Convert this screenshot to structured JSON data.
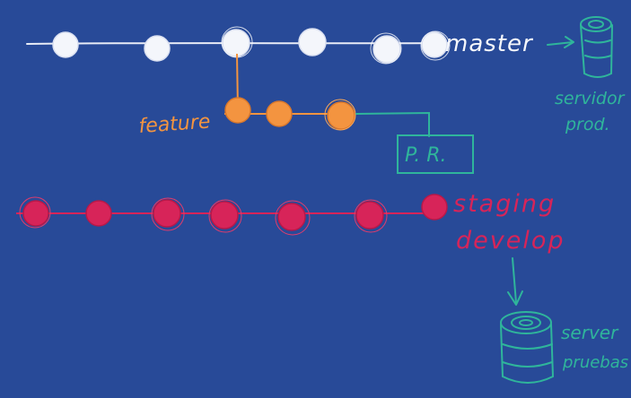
{
  "colors": {
    "background": "#284a98",
    "master": "#f4f6fb",
    "master_line": "#e9edf7",
    "feature": "#f39440",
    "staging": "#d72459",
    "teal": "#2fb59b"
  },
  "branches": {
    "master": {
      "label": "master",
      "commit_count": 6
    },
    "feature": {
      "label": "feature",
      "commit_count": 3
    },
    "staging": {
      "label_line1": "staging",
      "label_line2": "develop",
      "commit_count": 7
    }
  },
  "pull_request": {
    "label": "P. R."
  },
  "servers": {
    "production": {
      "line1": "servidor",
      "line2": "prod.",
      "icon": "database-icon"
    },
    "testing": {
      "line1": "server",
      "line2": "pruebas",
      "icon": "database-icon"
    }
  }
}
